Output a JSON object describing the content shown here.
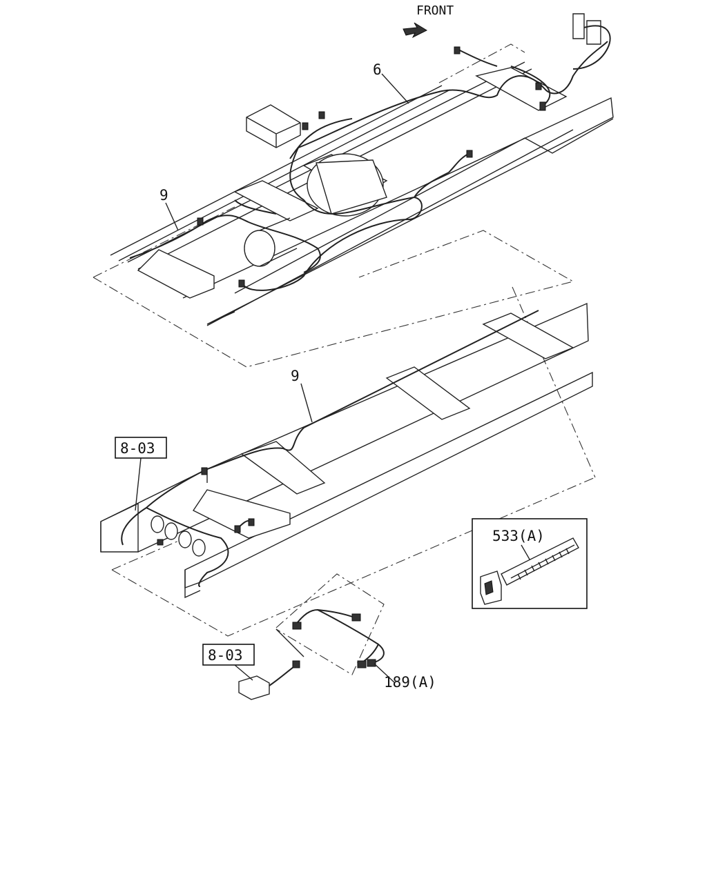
{
  "direction": {
    "label": "FRONT"
  },
  "callouts": {
    "part_6": "6",
    "part_9_upper": "9",
    "part_9_lower": "9",
    "ref_8_03_upper": "8-03",
    "ref_8_03_lower": "8-03",
    "part_533a": "533(A)",
    "part_189a": "189(A)"
  }
}
